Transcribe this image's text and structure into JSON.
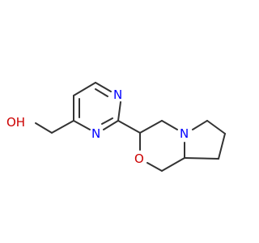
{
  "diagram": {
    "type": "skeletal-structure",
    "bond_color": "#333333",
    "atoms": [
      {
        "id": "O_hydroxyl",
        "label": "OH",
        "element": "O",
        "color": "#cc0000"
      },
      {
        "id": "N_pyrimidine_top",
        "label": "N",
        "element": "N",
        "color": "#0000ff"
      },
      {
        "id": "N_pyrimidine_bottom",
        "label": "N",
        "element": "N",
        "color": "#0000ff"
      },
      {
        "id": "N_bridgehead",
        "label": "N",
        "element": "N",
        "color": "#0000ff"
      },
      {
        "id": "O_ring",
        "label": "O",
        "element": "O",
        "color": "#cc0000"
      }
    ]
  }
}
